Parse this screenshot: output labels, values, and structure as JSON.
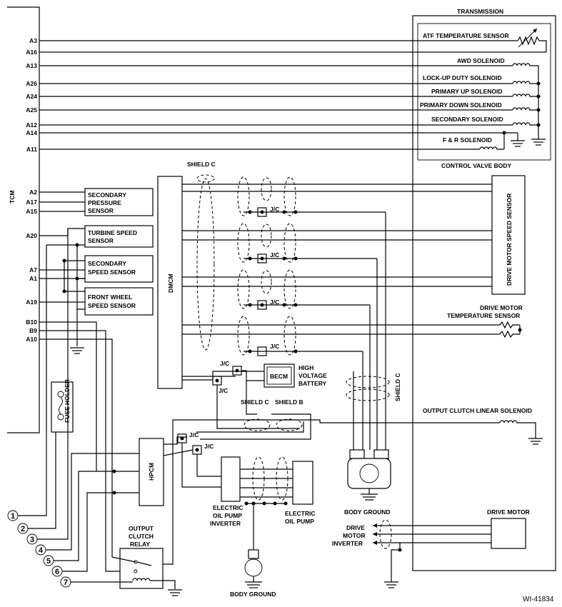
{
  "tcm_label": "TCM",
  "pins": [
    "A3",
    "A16",
    "A13",
    "A26",
    "A24",
    "A25",
    "A12",
    "A14",
    "A11",
    "A2",
    "A17",
    "A15",
    "A20",
    "A7",
    "A1",
    "A19",
    "B10",
    "B9",
    "A10"
  ],
  "transmission": {
    "title": "TRANSMISSION",
    "control_valve_body": "CONTROL VALVE BODY",
    "atf_sensor": "ATF TEMPERATURE SENSOR",
    "solenoids": [
      "AWD SOLENOID",
      "LOCK-UP DUTY SOLENOID",
      "PRIMARY UP SOLENOID",
      "PRIMARY DOWN SOLENOID",
      "SECONDARY SOLENOID",
      "F & R SOLENOID"
    ],
    "output_clutch_solenoid": "OUTPUT CLUTCH LINEAR SOLENOID",
    "drive_motor": "DRIVE MOTOR"
  },
  "sensors": {
    "secondary_pressure": [
      "SECONDARY",
      "PRESSURE",
      "SENSOR"
    ],
    "turbine_speed": [
      "TURBINE SPEED",
      "SENSOR"
    ],
    "secondary_speed": [
      "SECONDARY",
      "SPEED SENSOR"
    ],
    "front_wheel_speed": [
      "FRONT WHEEL",
      "SPEED SENSOR"
    ]
  },
  "modules": {
    "dmcm": "DMCM",
    "hpcm": "HPCM",
    "becm": "BECM",
    "hv_battery": [
      "HIGH",
      "VOLTAGE",
      "BATTERY"
    ],
    "fuse_holder": "FUSE HOLDER",
    "drive_motor_speed_sensor": "DRIVE MOTOR SPEED SENSOR",
    "drive_motor_temp_sensor": [
      "DRIVE MOTOR",
      "TEMPERATURE SENSOR"
    ],
    "oil_pump_inverter": [
      "ELECTRIC",
      "OIL PUMP",
      "INVERTER"
    ],
    "oil_pump": [
      "ELECTRIC",
      "OIL PUMP"
    ],
    "output_clutch_relay": [
      "OUTPUT",
      "CLUTCH",
      "RELAY"
    ],
    "drive_motor_inverter": [
      "DRIVE",
      "MOTOR",
      "INVERTER"
    ]
  },
  "shields": {
    "c": "SHIELD C",
    "b": "SHIELD B"
  },
  "jc": "J/C",
  "body_ground": "BODY GROUND",
  "circle_numbers": [
    "1",
    "2",
    "3",
    "4",
    "5",
    "6",
    "7"
  ],
  "figure_id": "WI-41834"
}
